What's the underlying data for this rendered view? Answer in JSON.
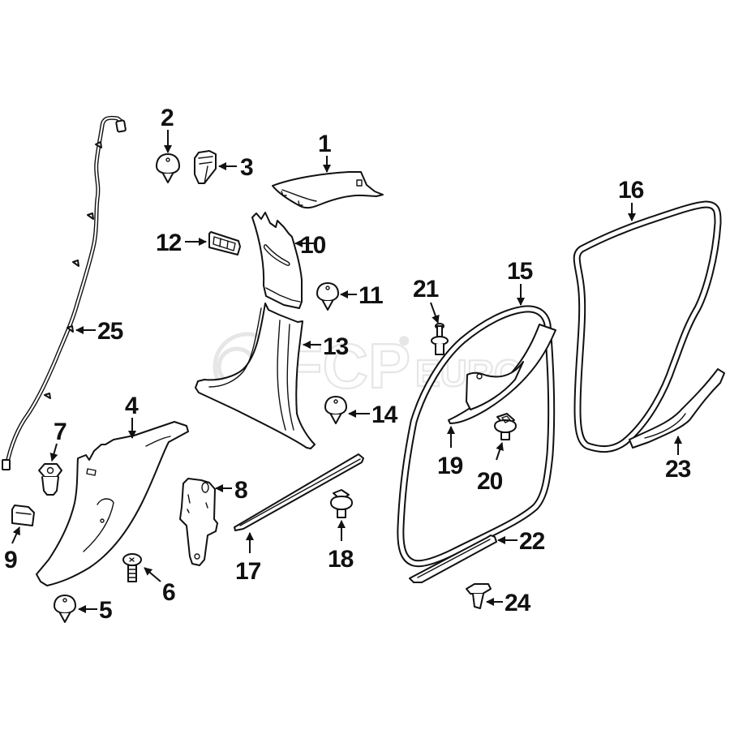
{
  "diagram": {
    "type": "exploded parts diagram",
    "watermark": {
      "brand": "FCP",
      "sub": "EURO",
      "registered": "®"
    },
    "callouts": [
      {
        "id": "1",
        "label": "1"
      },
      {
        "id": "2",
        "label": "2"
      },
      {
        "id": "3",
        "label": "3"
      },
      {
        "id": "4",
        "label": "4"
      },
      {
        "id": "5",
        "label": "5"
      },
      {
        "id": "6",
        "label": "6"
      },
      {
        "id": "7",
        "label": "7"
      },
      {
        "id": "8",
        "label": "8"
      },
      {
        "id": "9",
        "label": "9"
      },
      {
        "id": "10",
        "label": "10"
      },
      {
        "id": "11",
        "label": "11"
      },
      {
        "id": "12",
        "label": "12"
      },
      {
        "id": "13",
        "label": "13"
      },
      {
        "id": "14",
        "label": "14"
      },
      {
        "id": "15",
        "label": "15"
      },
      {
        "id": "16",
        "label": "16"
      },
      {
        "id": "17",
        "label": "17"
      },
      {
        "id": "18",
        "label": "18"
      },
      {
        "id": "19",
        "label": "19"
      },
      {
        "id": "20",
        "label": "20"
      },
      {
        "id": "21",
        "label": "21"
      },
      {
        "id": "22",
        "label": "22"
      },
      {
        "id": "23",
        "label": "23"
      },
      {
        "id": "24",
        "label": "24"
      },
      {
        "id": "25",
        "label": "25"
      }
    ]
  }
}
